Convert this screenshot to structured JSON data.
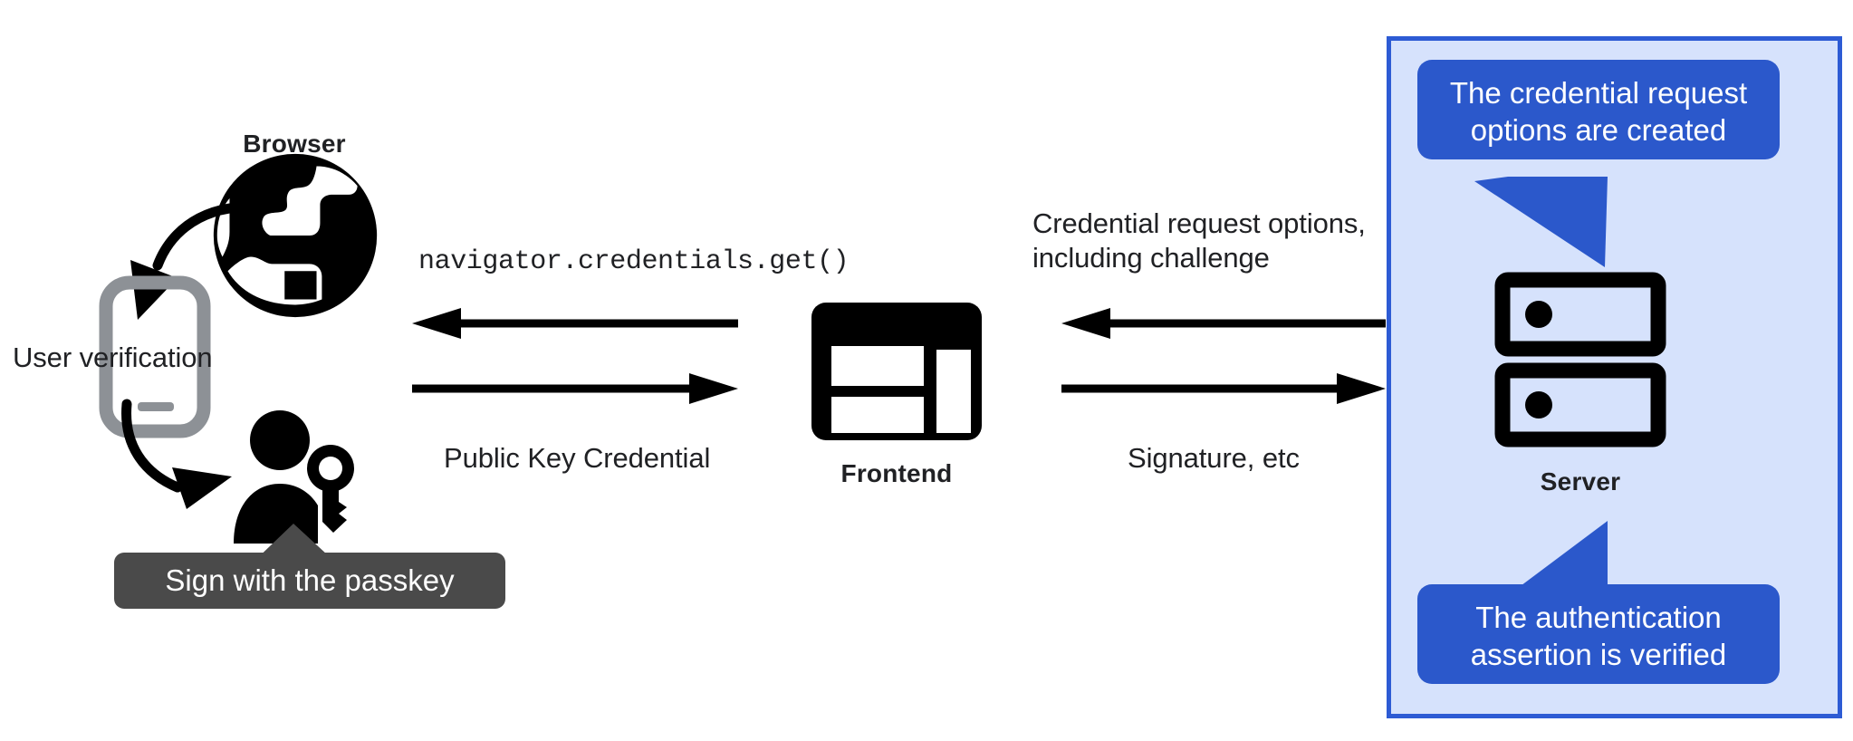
{
  "diagram": {
    "title": "WebAuthn passkey authentication flow",
    "background_color": "#FFFFFF"
  },
  "colors": {
    "panel_fill": "#D6E2FC",
    "panel_border": "#2D5BD4",
    "bubble_fill": "#2B58CB",
    "bubble_text": "#FFFFFF",
    "tooltip_fill": "#4A4A4A",
    "tooltip_text": "#FFFFFF",
    "icon_black": "#000000",
    "icon_gray": "#8D9196",
    "label_text": "#202124"
  },
  "client": {
    "browser_label": "Browser",
    "browser_icon": "globe-icon",
    "phone_icon": "smartphone-icon",
    "user_verification_label": "User verification",
    "person_key_icon": "person-with-key-icon",
    "passkey_tooltip": "Sign with the passkey",
    "arrow_to_phone": "curved-arrow-down-left",
    "arrow_to_person": "curved-arrow-down-right"
  },
  "frontend": {
    "label": "Frontend",
    "icon": "browser-window-icon"
  },
  "server": {
    "label": "Server",
    "icon": "server-racks-icon",
    "callout_top": "The credential request\noptions are created",
    "callout_top_line1": "The credential request",
    "callout_top_line2": "options are created",
    "callout_bottom_line1": "The authentication",
    "callout_bottom_line2": "assertion is verified"
  },
  "messages": {
    "left_top": "navigator.credentials.get()",
    "left_bottom": "Public Key Credential",
    "right_top_line1": "Credential request options,",
    "right_top_line2": "including challenge",
    "right_bottom": "Signature, etc"
  },
  "arrows": {
    "browser_to_frontend_dir": "left",
    "frontend_to_browser_dir": "right",
    "server_to_frontend_dir": "left",
    "frontend_to_server_dir": "right"
  }
}
